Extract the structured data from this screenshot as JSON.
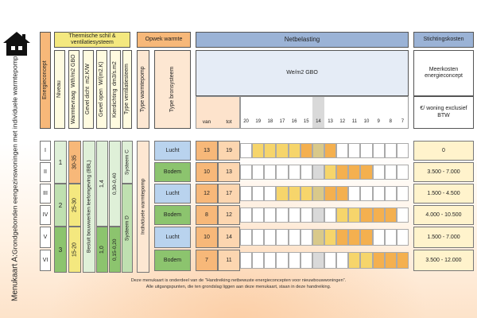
{
  "side_title": {
    "line1": "Menukaart A:",
    "line2": "Grondgebonden eengezinswoningen met individuele warmtepomp"
  },
  "headers": {
    "thermisch": "Thermische schil & ventilatiesysteem",
    "opwek": "Opwek warmte",
    "netbelasting": "Netbelasting",
    "stichting": "Stichtingskosten"
  },
  "sub_headers": {
    "energieconcept": "Energieconcept",
    "niveau": "Niveau",
    "warmtevraag_top": "Warmtevraag",
    "warmtevraag_unit": "Wth/m2 GBO",
    "gevel_dicht_top": "Gevel dicht",
    "gevel_dicht_unit": "m2.K/W",
    "gevel_open_top": "Gevel open",
    "gevel_open_unit": "W/(m2.K)",
    "kierdichting_top": "Kierdichting",
    "kierdichting_unit": "dm3/s.m2",
    "type_ventilatie": "Type ventilatiesteem",
    "type_warmtepomp": "Type warmtepomp",
    "type_bron": "Type bronsysteem",
    "wm2": "We/m2 GBO",
    "van": "van",
    "tot": "tot",
    "meerkosten": "Meerkosten energieconcept",
    "per_woning": "€/ woning exclusief BTW"
  },
  "scale": [
    "20",
    "19",
    "18",
    "17",
    "16",
    "15",
    "14",
    "13",
    "12",
    "11",
    "10",
    "9",
    "8",
    "7"
  ],
  "merged": {
    "warmtevraag": [
      "30-35",
      "25-30",
      "15-20"
    ],
    "beslist": "Besluit bouwwerken leefomgeving (BBL)",
    "gevel_open_vals": [
      "1,4",
      "1,0"
    ],
    "kier_vals": [
      "0,30-0,40",
      "0,15-0,20"
    ],
    "systeem": [
      "Systeem C",
      "Systeem D"
    ],
    "individuele": "Individuele warmtepomp",
    "niveau": [
      "1",
      "2",
      "3"
    ]
  },
  "rows": [
    {
      "concept": "I",
      "bron": "Lucht",
      "van": "13",
      "tot": "19",
      "cost": "0"
    },
    {
      "concept": "II",
      "bron": "Bodem",
      "van": "10",
      "tot": "13",
      "cost": "3.500 - 7.000"
    },
    {
      "concept": "III",
      "bron": "Lucht",
      "van": "12",
      "tot": "17",
      "cost": "1.500 - 4.500"
    },
    {
      "concept": "IV",
      "bron": "Bodem",
      "van": "8",
      "tot": "12",
      "cost": "4.000 - 10.500"
    },
    {
      "concept": "V",
      "bron": "Lucht",
      "van": "10",
      "tot": "14",
      "cost": "1.500 - 7.000"
    },
    {
      "concept": "VI",
      "bron": "Bodem",
      "van": "7",
      "tot": "11",
      "cost": "3.500 - 12.000"
    }
  ],
  "footnote": {
    "line1": "Deze menukaart is onderdeel van de \"Handreiking netbewuste energieconcepten voor nieuwbouwwoningen\".",
    "line2": "Alle uitgangspunten, die ten grondslag liggen aan deze menukaart, staan in deze handreiking."
  },
  "colors": {
    "lucht": "#b9d3ee",
    "bodem": "#8cc46e",
    "orange": "#f7b879",
    "blue_hdr": "#9bb3d6",
    "yellow_hdr": "#f4e87f",
    "grey": "#d9d9d9",
    "bar_yellow": "#f6d56b",
    "bar_orange": "#f4b04f"
  }
}
